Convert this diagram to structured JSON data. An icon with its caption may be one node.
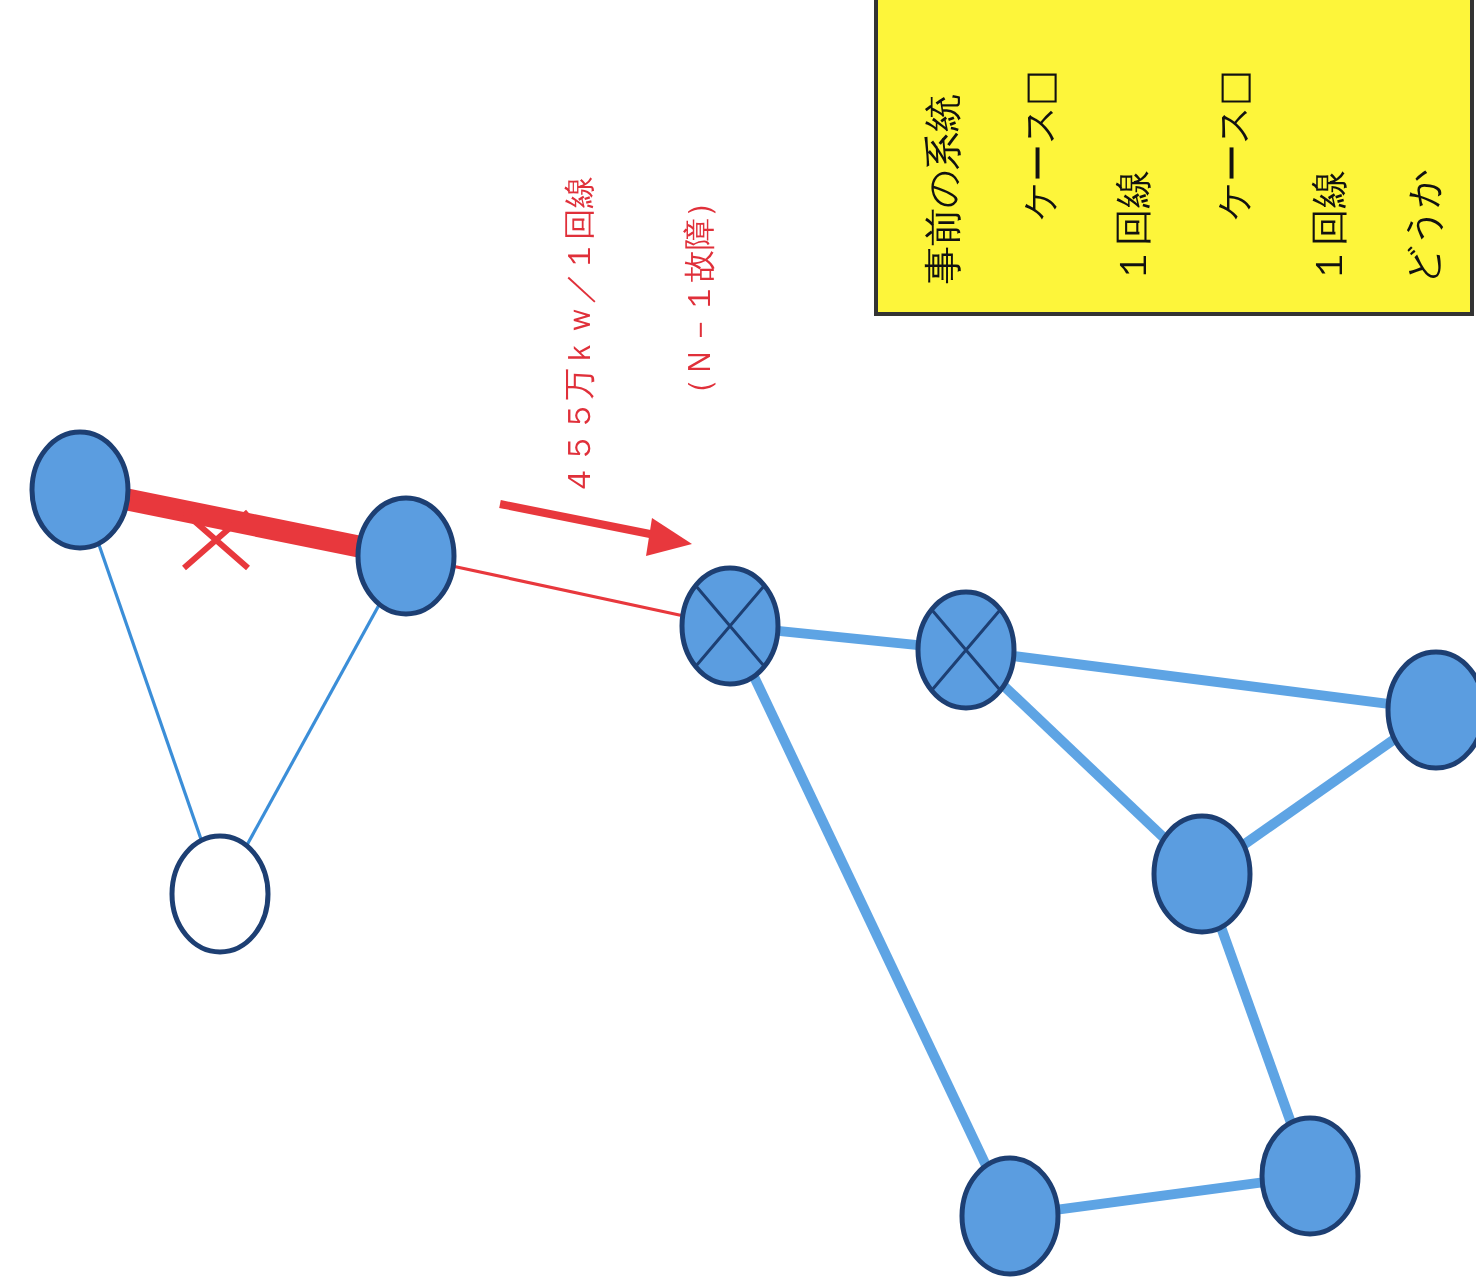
{
  "diagram": {
    "nodes": [
      {
        "text": [
          "事前の系統",
          "ケース□",
          "１回線",
          "ケース□",
          "１回線",
          "どうか"
        ]
      },
      {
        "text": [],
        "shape": "circle"
      },
      {
        "text": [],
        "shape": "circle"
      },
      {
        "text": [],
        "shape": "circle"
      },
      {
        "text": [],
        "shape": "circle"
      },
      {
        "text": [],
        "shape": "circle"
      },
      {
        "text": [],
        "shape": "circle"
      },
      {
        "text": [],
        "shape": "circle"
      },
      {
        "text": [],
        "shape": "circle"
      },
      {
        "text": [],
        "shape": "circle"
      }
    ],
    "edges": [
      {
        "from": 1,
        "to": 2,
        "arrow": "none",
        "style": "thick",
        "color": "#e8383d"
      },
      {
        "from": 1,
        "to": 3,
        "arrow": "none",
        "color": "#3b8ed8"
      },
      {
        "from": 2,
        "to": 3,
        "arrow": "none",
        "color": "#3b8ed8"
      },
      {
        "from": 2,
        "to": 4,
        "arrow": "none",
        "color": "#e8383d"
      },
      {
        "from": 4,
        "to": 5,
        "arrow": "none"
      },
      {
        "from": 5,
        "to": 6,
        "arrow": "none"
      },
      {
        "from": 5,
        "to": 7,
        "arrow": "none"
      },
      {
        "from": 6,
        "to": 7,
        "arrow": "none"
      },
      {
        "from": 7,
        "to": 8,
        "arrow": "none"
      },
      {
        "from": 8,
        "to": 9,
        "arrow": "none"
      },
      {
        "from": 9,
        "to": 4,
        "arrow": "none"
      }
    ],
    "labels": [
      "４５５万ｋｗ／１回線",
      "（Ｎ－１故障）"
    ]
  }
}
